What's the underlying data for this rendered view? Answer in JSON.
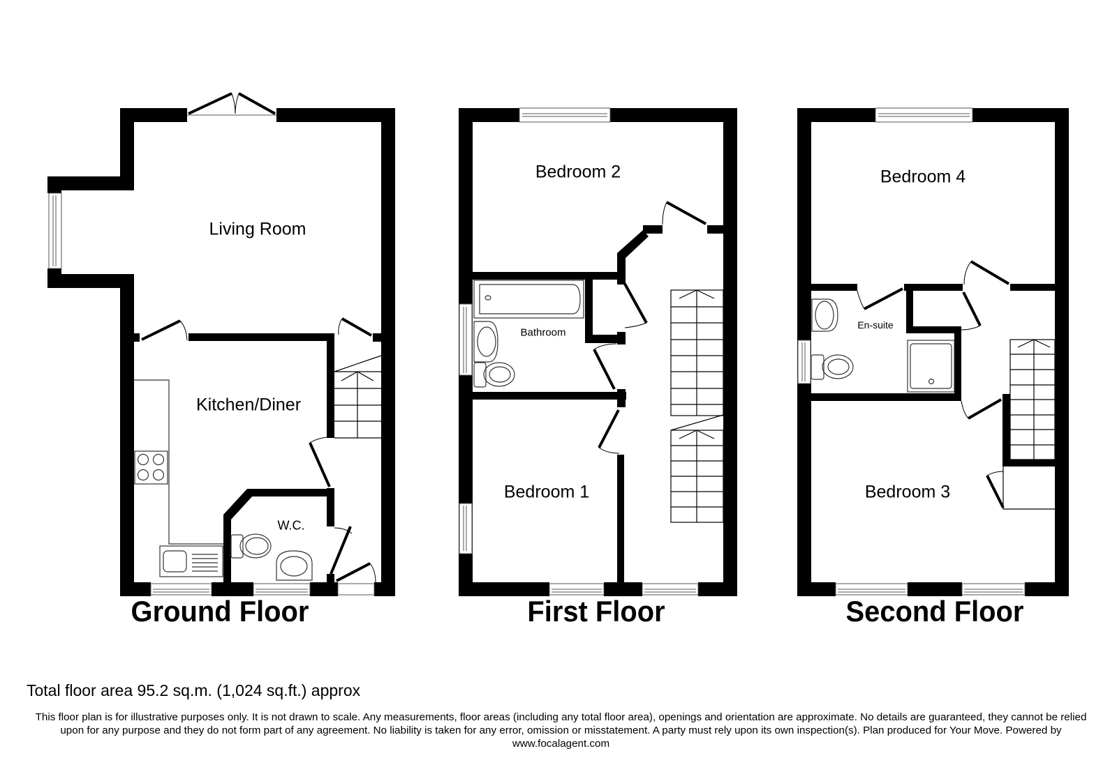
{
  "floors": [
    {
      "title": "Ground Floor",
      "rooms": [
        {
          "name": "Living Room"
        },
        {
          "name": "Kitchen/Diner"
        },
        {
          "name": "W.C."
        }
      ]
    },
    {
      "title": "First Floor",
      "rooms": [
        {
          "name": "Bedroom 2"
        },
        {
          "name": "Bathroom"
        },
        {
          "name": "Bedroom 1"
        }
      ]
    },
    {
      "title": "Second Floor",
      "rooms": [
        {
          "name": "Bedroom 4"
        },
        {
          "name": "En-suite"
        },
        {
          "name": "Bedroom 3"
        }
      ]
    }
  ],
  "summary": {
    "total_area": "Total floor area 95.2 sq.m. (1,024 sq.ft.) approx"
  },
  "disclaimer": {
    "text": "This floor plan is for illustrative purposes only. It is not drawn to scale. Any measurements, floor areas (including any total floor area), openings and orientation are approximate. No details are guaranteed, they cannot be relied upon for any purpose and they do not form part of any agreement. No liability is taken for any error, omission or misstatement. A party must rely upon its own inspection(s).  Plan produced for Your Move. Powered by www.focalagent.com"
  },
  "colors": {
    "wall": "#000000",
    "background": "#ffffff",
    "fixture_line": "#333333"
  }
}
